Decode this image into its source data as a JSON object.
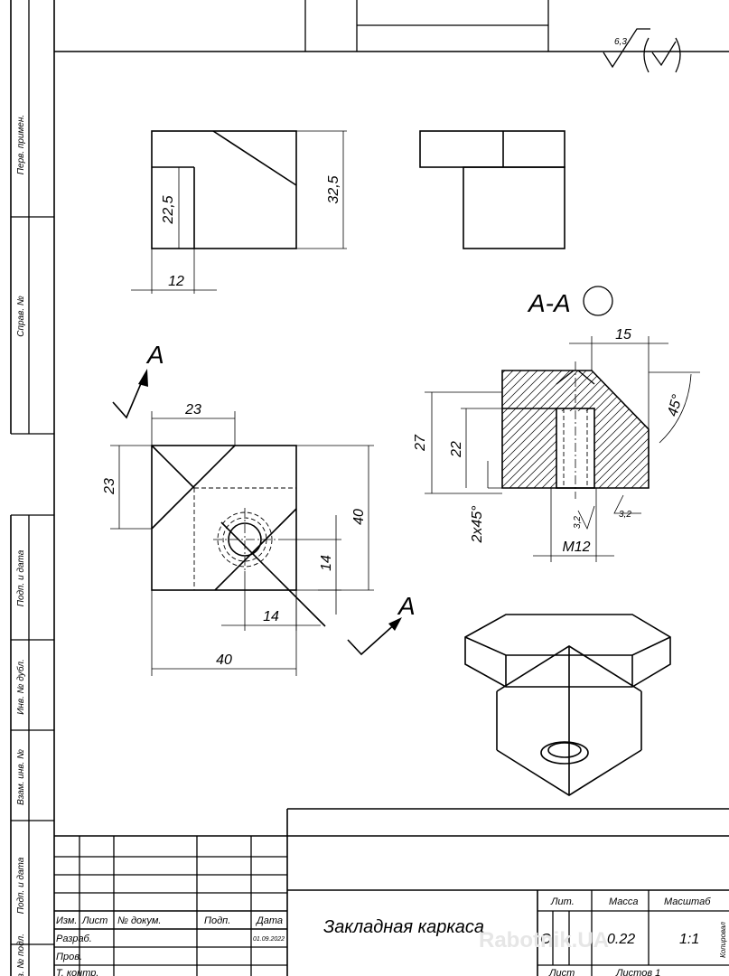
{
  "surface_finish": {
    "value": "6,3"
  },
  "section_label": "А-А",
  "view_label": "А",
  "dimensions": {
    "top_height_22_5": "22,5",
    "top_height_32_5": "32,5",
    "top_width_12": "12",
    "plan_23_h": "23",
    "plan_23_v": "23",
    "plan_40_v": "40",
    "plan_40_h": "40",
    "plan_14_v": "14",
    "plan_14_h": "14",
    "sec_15": "15",
    "sec_45": "45°",
    "sec_27": "27",
    "sec_22": "22",
    "sec_chamfer": "2х45°",
    "sec_thread": "M12",
    "sec_rough_a": "3,2",
    "sec_rough_b": "3,2"
  },
  "side_labels": {
    "perv_primen": "Перв. примен.",
    "sprav": "Справ. №",
    "podp_data_1": "Подп. и дата",
    "inv_dubl": "Инв. № дубл.",
    "vzam_inv": "Взам. инв. №",
    "podp_data_2": "Подп. и дата",
    "inv_podl": "Инв. № подл."
  },
  "title_block": {
    "col_izm": "Изм.",
    "col_list": "Лист",
    "col_docum": "№ докум.",
    "col_podp": "Подп.",
    "col_data": "Дата",
    "row_razrab": "Разраб.",
    "row_razrab_date": "01.09.2022",
    "row_prov": "Пров.",
    "row_tkontr": "Т. контр.",
    "title": "Закладная каркаса",
    "lit_label": "Лит.",
    "massa_label": "Масса",
    "masshtab_label": "Масштаб",
    "lit_value": "О",
    "massa_value": "0.22",
    "masshtab_value": "1:1",
    "list_label": "Лист",
    "listov_label": "Листов 1",
    "copy_text": "Копировал"
  },
  "watermark": "Rabotnik.UA"
}
